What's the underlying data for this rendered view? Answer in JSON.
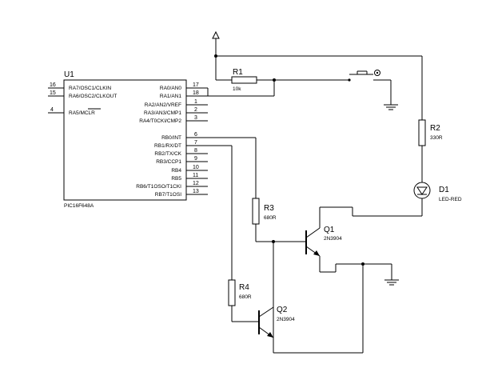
{
  "mcu": {
    "ref": "U1",
    "part": "PIC16F648A",
    "left_pins": [
      {
        "num": "16",
        "name": "RA7/OSC1/CLKIN"
      },
      {
        "num": "15",
        "name": "RA6/OSC2/CLKOUT"
      },
      {
        "num": "4",
        "name": "RA5/MCLR"
      }
    ],
    "right_pins": [
      {
        "num": "17",
        "name": "RA0/AN0"
      },
      {
        "num": "18",
        "name": "RA1/AN1"
      },
      {
        "num": "1",
        "name": "RA2/AN2/VREF"
      },
      {
        "num": "2",
        "name": "RA3/AN3/CMP1"
      },
      {
        "num": "3",
        "name": "RA4/T0CKI/CMP2"
      },
      {
        "num": "6",
        "name": "RB0/INT"
      },
      {
        "num": "7",
        "name": "RB1/RX/DT"
      },
      {
        "num": "8",
        "name": "RB2/TX/CK"
      },
      {
        "num": "9",
        "name": "RB3/CCP1"
      },
      {
        "num": "10",
        "name": "RB4"
      },
      {
        "num": "11",
        "name": "RB5"
      },
      {
        "num": "12",
        "name": "RB6/T1OSO/T1CKI"
      },
      {
        "num": "13",
        "name": "RB7/T1OSI"
      }
    ]
  },
  "r1": {
    "ref": "R1",
    "value": "10k"
  },
  "r2": {
    "ref": "R2",
    "value": "330R"
  },
  "r3": {
    "ref": "R3",
    "value": "680R"
  },
  "r4": {
    "ref": "R4",
    "value": "680R"
  },
  "d1": {
    "ref": "D1",
    "value": "LED-RED"
  },
  "q1": {
    "ref": "Q1",
    "value": "2N3904"
  },
  "q2": {
    "ref": "Q2",
    "value": "2N3904"
  }
}
